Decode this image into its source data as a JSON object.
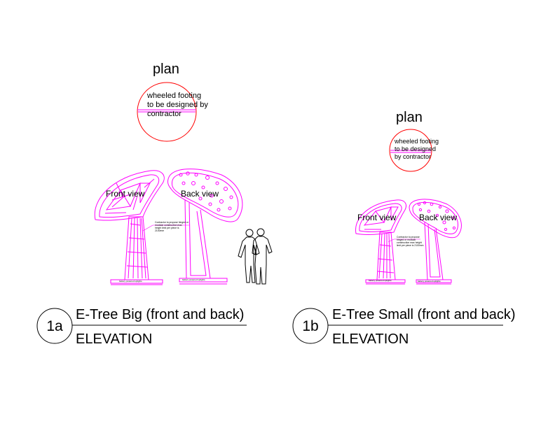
{
  "colors": {
    "drawing": "#ff00ff",
    "circle": "#ff0000",
    "text": "#000000",
    "human": "#000000"
  },
  "left": {
    "plan_label": "plan",
    "plan_note": "wheeled footing to be designed by contractor",
    "front_label": "Front view",
    "back_label": "Back view",
    "contractor_note": "Contractor to propose hinged or modular construction max height limit per piece is 2100mm",
    "base_front_label": "battery powered uplights",
    "base_back_label": "battery powered uplights",
    "number": "1a",
    "title": "E-Tree Big (front and back)",
    "subtitle": "ELEVATION"
  },
  "right": {
    "plan_label": "plan",
    "plan_note": "wheeled footing to be designed by contractor",
    "front_label": "Front view",
    "back_label": "Back view",
    "contractor_note": "Contractor to propose hinged or modular construction max height limit per piece is 2100mm",
    "base_front_label": "battery powered uplights",
    "base_back_label": "battery powered uplights",
    "number": "1b",
    "title": "E-Tree Small (front and back)",
    "subtitle": "ELEVATION"
  }
}
